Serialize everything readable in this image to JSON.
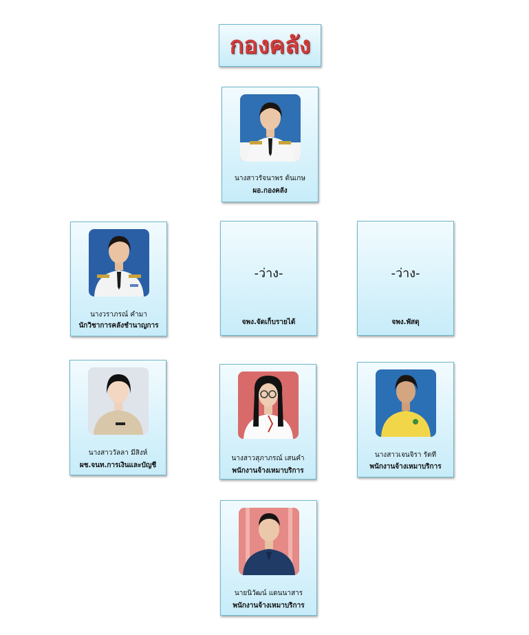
{
  "title": "กองคลัง",
  "colors": {
    "title": "#d23c3c",
    "card_border": "#6fb7cc",
    "card_top": "#f2fbfe",
    "card_bottom": "#c7ecf9"
  },
  "director": {
    "name": "นางสาวรัจนาพร ต้นเกษ",
    "role": "ผอ.กองคลัง",
    "photo": "portrait-woman-white-uniform-blue-bg"
  },
  "row2": [
    {
      "name": "นางวราภรณ์ คำมา",
      "role": "นักวิชาการคลังชำนาญการ",
      "photo": "portrait-woman-white-uniform-blue-bg"
    },
    {
      "vacant": "-ว่าง-",
      "role": "จพง.จัดเก็บรายได้"
    },
    {
      "vacant": "-ว่าง-",
      "role": "จพง.พัสดุ"
    }
  ],
  "row3": [
    {
      "name": "นางสาววัลลา มีสิงห์",
      "role": "ผช.จนท.การเงินและบัญชี",
      "photo": "portrait-woman-khaki-uniform-light-bg"
    },
    {
      "name": "นางสาวสุภาภรณ์ เสนคำ",
      "role": "พนักงานจ้างเหมาบริการ",
      "photo": "portrait-woman-glasses-white-dress-red-bg"
    },
    {
      "name": "นางสาวเจนจิรา รัตที",
      "role": "พนักงานจ้างเหมาบริการ",
      "photo": "portrait-woman-yellow-shirt-blue-bg"
    }
  ],
  "row4": {
    "name": "นายนิวัฒน์ แดนนาสาร",
    "role": "พนักงานจ้างเหมาบริการ",
    "photo": "portrait-man-blue-shirt-red-curtain-bg"
  }
}
